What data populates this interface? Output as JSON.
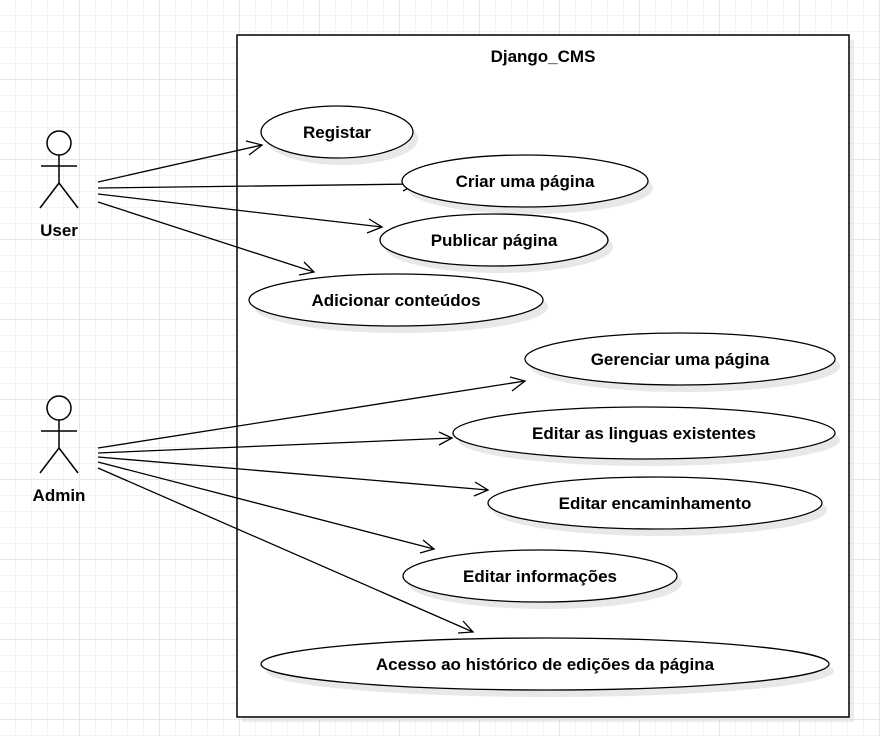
{
  "system": {
    "title": "Django_CMS"
  },
  "actors": [
    {
      "id": "user",
      "label": "User"
    },
    {
      "id": "admin",
      "label": "Admin"
    }
  ],
  "use_cases": [
    {
      "id": "registar",
      "label": "Registar"
    },
    {
      "id": "criar",
      "label": "Criar uma página"
    },
    {
      "id": "publicar",
      "label": "Publicar página"
    },
    {
      "id": "adicionar",
      "label": "Adicionar conteúdos"
    },
    {
      "id": "gerenciar",
      "label": "Gerenciar uma página"
    },
    {
      "id": "editar-linguas",
      "label": "Editar as linguas existentes"
    },
    {
      "id": "editar-encaminhamento",
      "label": "Editar encaminhamento"
    },
    {
      "id": "editar-informacoes",
      "label": "Editar informações"
    },
    {
      "id": "acesso-historico",
      "label": "Acesso ao histórico de edições da página"
    }
  ],
  "associations": [
    {
      "from": "user",
      "to": "registar"
    },
    {
      "from": "user",
      "to": "criar"
    },
    {
      "from": "user",
      "to": "publicar"
    },
    {
      "from": "user",
      "to": "adicionar"
    },
    {
      "from": "admin",
      "to": "gerenciar"
    },
    {
      "from": "admin",
      "to": "editar-linguas"
    },
    {
      "from": "admin",
      "to": "editar-encaminhamento"
    },
    {
      "from": "admin",
      "to": "editar-informacoes"
    },
    {
      "from": "admin",
      "to": "acesso-historico"
    }
  ]
}
